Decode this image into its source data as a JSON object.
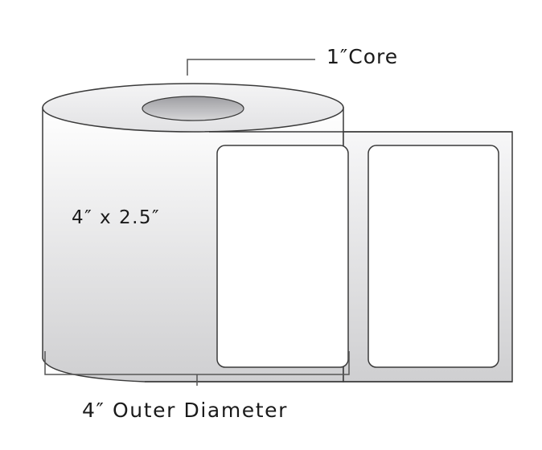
{
  "core_label": "1″Core",
  "label_size": "4″ x 2.5″",
  "outer_diameter_label": "4″ Outer Diameter",
  "label_count_visible": 2,
  "colors": {
    "outline": "#3a3a3a",
    "roll_light": "#ffffff",
    "roll_shade": "#cfcfd1",
    "core": "#bdbdbf"
  }
}
